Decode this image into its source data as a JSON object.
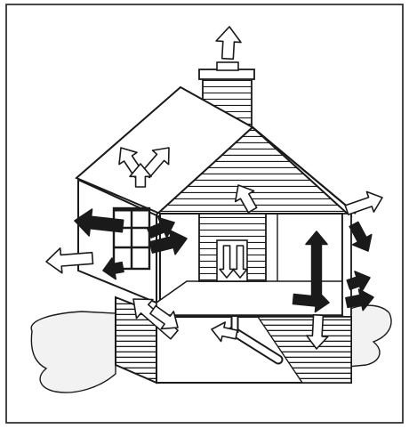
{
  "figure": {
    "subject": "house-air-leakage-illustration",
    "colors": {
      "paper": "#ffffff",
      "ink": "#1a1a1a",
      "ground": "#f2f2f2",
      "hollow_arrow_fill": "#ffffff",
      "solid_arrow_fill": "#1a1a1a"
    },
    "arrows": {
      "hollow": [
        "chimney-top-arrow",
        "roof-vent-arrow-left",
        "roof-vent-arrow-right",
        "roof-vent-arrow-up",
        "window-exterior-arrow",
        "attic-interior-arrow",
        "eave-right-arrow",
        "basement-left-arrow",
        "basement-pipe-arrow",
        "basement-right-arrow",
        "fireplace-down-arrow-left",
        "fireplace-down-arrow-right",
        "wall-lower-left-arrow"
      ],
      "solid": [
        "window-left-arrow",
        "window-right-arrow-upper",
        "window-right-arrow-lower",
        "window-sill-arrow",
        "right-wall-up-arrow",
        "right-wall-down-arrow",
        "right-floor-arrow",
        "right-wall-outside-arrow-upper",
        "right-wall-outside-arrow-lower"
      ]
    }
  }
}
